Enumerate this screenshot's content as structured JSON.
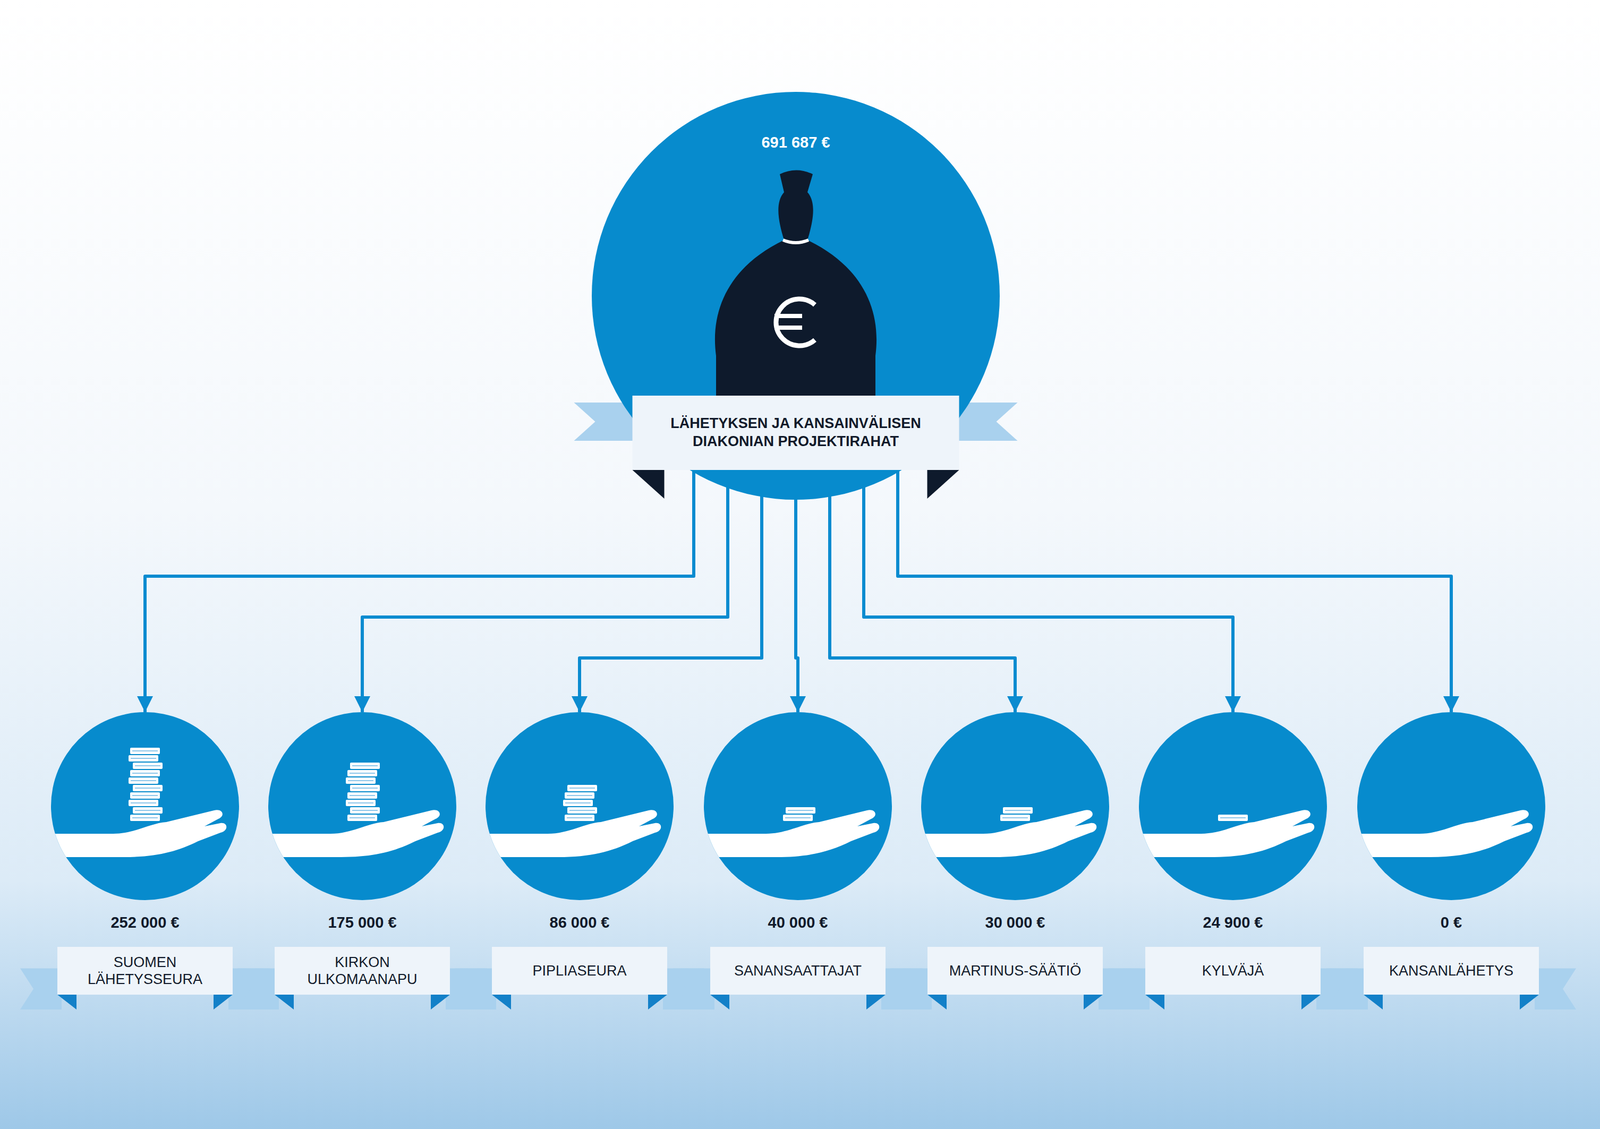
{
  "diagram": {
    "nodes": [
      {
        "text": [
          "691 687 €",
          "LÄHETYKSEN JA KANSAINVÄLISEN DIAKONIAN PROJEKTIRAHAT"
        ]
      },
      {
        "text": [
          "252 000 €",
          "SUOMEN LÄHETYSSEURA"
        ]
      },
      {
        "text": [
          "175 000 €",
          "KIRKON ULKOMAANAPU"
        ]
      },
      {
        "text": [
          "86 000 €",
          "PIPLIASEURA"
        ]
      },
      {
        "text": [
          "40 000 €",
          "SANANSAATTAJAT"
        ]
      },
      {
        "text": [
          "30 000 €",
          "MARTINUS-SÄÄTIÖ"
        ]
      },
      {
        "text": [
          "24 900 €",
          "KYLVÄJÄ"
        ]
      },
      {
        "text": [
          "0 €",
          "KANSANLÄHETYS"
        ]
      }
    ],
    "edges": [
      {
        "from": 0,
        "to": 1,
        "arrow": "to"
      },
      {
        "from": 0,
        "to": 2,
        "arrow": "to"
      },
      {
        "from": 0,
        "to": 3,
        "arrow": "to"
      },
      {
        "from": 0,
        "to": 4,
        "arrow": "to"
      },
      {
        "from": 0,
        "to": 5,
        "arrow": "to"
      },
      {
        "from": 0,
        "to": 6,
        "arrow": "to"
      },
      {
        "from": 0,
        "to": 7,
        "arrow": "to"
      }
    ]
  }
}
